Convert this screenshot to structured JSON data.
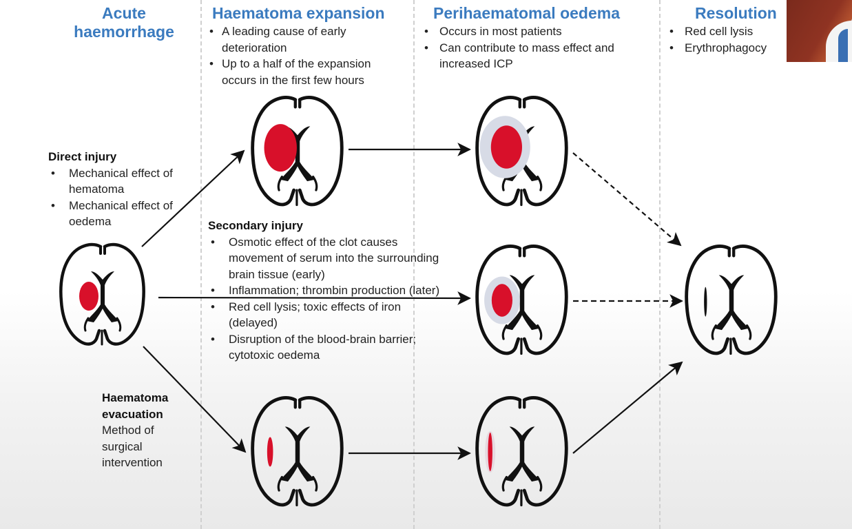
{
  "columns": [
    {
      "title": "Acute\nhaemorrhage"
    },
    {
      "title": "Haematoma expansion",
      "bullets": [
        "A leading cause of early deterioration",
        "Up to a half of the expansion occurs in the first few hours"
      ]
    },
    {
      "title": "Perihaematomal oedema",
      "bullets": [
        "Occurs in most patients",
        "Can contribute to mass effect and increased ICP"
      ]
    },
    {
      "title": "Resolution",
      "bullets": [
        "Red cell lysis",
        "Erythrophagocy"
      ]
    }
  ],
  "direct_injury": {
    "heading": "Direct injury",
    "items": [
      "Mechanical effect of hematoma",
      "Mechanical effect of oedema"
    ]
  },
  "secondary_injury": {
    "heading": "Secondary injury",
    "items": [
      "Osmotic effect of the clot causes movement of serum into the surrounding brain tissue (early)",
      "Inflammation; thrombin production (later)",
      "Red cell lysis; toxic effects of iron (delayed)",
      "Disruption of the blood-brain barrier; cytotoxic oedema"
    ]
  },
  "evacuation": {
    "heading": "Haematoma evacuation",
    "text": "Method of surgical intervention"
  },
  "colors": {
    "title": "#3b7bbf",
    "haematoma": "#d8102a",
    "oedema": "#d7dbe6",
    "outline": "#111111",
    "divider": "#cfcfcf"
  }
}
